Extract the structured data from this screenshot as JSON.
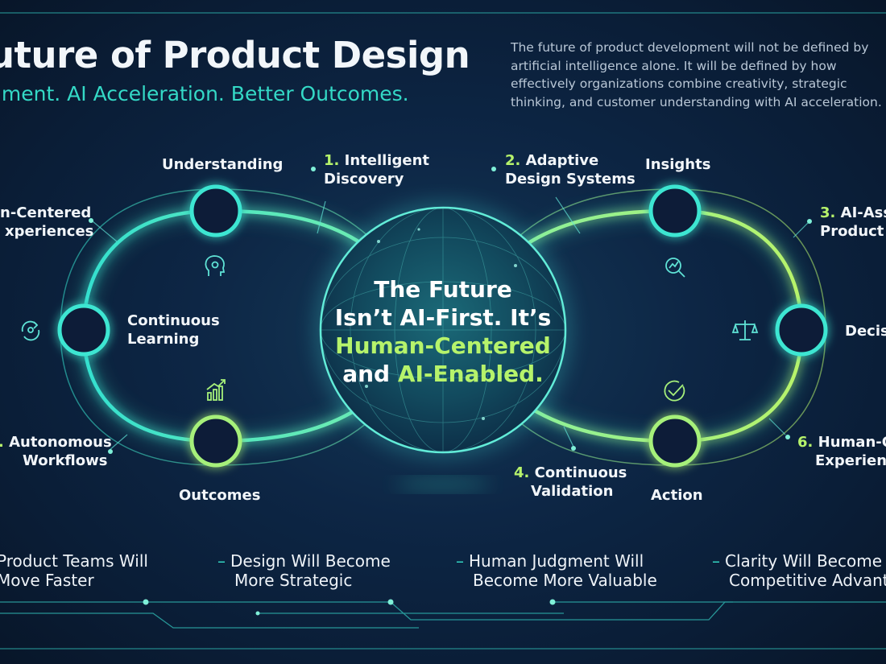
{
  "header": {
    "title": "uture of Product Design",
    "subtitle": "gment. AI Acceleration. Better Outcomes.",
    "intro": "The future of product development will not be defined by artificial intelligence alone. It will be defined by how effectively organizations combine creativity, strategic thinking, and customer understanding with AI acceleration."
  },
  "center": {
    "line1": "The Future",
    "line2": "Isn’t AI-First. It’s",
    "line3": "Human-Centered",
    "line4_pre": "and ",
    "line4_highlight": "AI-Enabled."
  },
  "left_loop": {
    "understanding": "Understanding",
    "continuous_learning": [
      "Continuous",
      "Learning"
    ],
    "outcomes": "Outcomes"
  },
  "right_loop": {
    "insights": "Insights",
    "decisions": "Decis",
    "action": "Action"
  },
  "pillars": {
    "p1": {
      "num": "1.",
      "line1": "Intelligent",
      "line2": "Discovery"
    },
    "p2": {
      "num": "2.",
      "line1": "Adaptive",
      "line2": "Design Systems"
    },
    "p3": {
      "num": "3.",
      "line1": "AI-Ass",
      "line2": "Product S"
    },
    "p4": {
      "num": "4.",
      "line1": "Continuous",
      "line2": "Validation"
    },
    "p5": {
      "num": ".",
      "line1": "Autonomous",
      "line2": "Workflows"
    },
    "p6": {
      "num": "6.",
      "line1": "Human-Ce",
      "line2": "Experienc"
    },
    "left_edge": {
      "line1": "n-Centered",
      "line2": "xperiences"
    }
  },
  "bottom_statements": [
    {
      "line1": "Product Teams Will",
      "line2": "Move Faster"
    },
    {
      "line1": "Design Will Become",
      "line2": "More Strategic"
    },
    {
      "line1": "Human Judgment Will",
      "line2": "Become More Valuable"
    },
    {
      "line1": "Clarity Will Become",
      "line2": "Competitive Advanta"
    }
  ],
  "icons": [
    "head-lightbulb-icon",
    "refresh-cycle-icon",
    "growth-chart-icon",
    "magnifier-chart-icon",
    "balance-scale-icon",
    "checkmark-circle-icon"
  ],
  "colors": {
    "background": "#0c1f3a",
    "teal": "#34d9c6",
    "lime": "#b6f36b",
    "text": "#f2f6fa"
  }
}
